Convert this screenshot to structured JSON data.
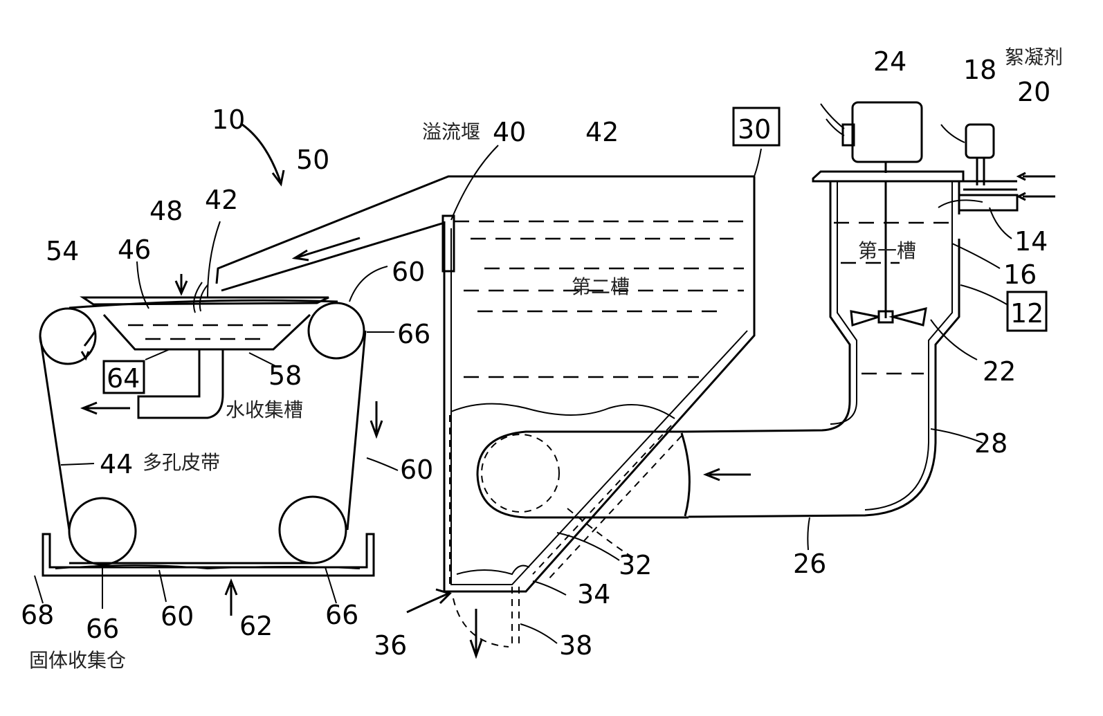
{
  "labels": {
    "n10": "10",
    "n12": "12",
    "n14": "14",
    "n16": "16",
    "n18": "18",
    "n20": "20",
    "n22": "22",
    "n24": "24",
    "n26": "26",
    "n28": "28",
    "n30": "30",
    "n32": "32",
    "n34": "34",
    "n36": "36",
    "n38": "38",
    "n40": "40",
    "n42a": "42",
    "n42b": "42",
    "n44": "44",
    "n46": "46",
    "n48": "48",
    "n50": "50",
    "n54": "54",
    "n58": "58",
    "n60a": "60",
    "n60b": "60",
    "n60c": "60",
    "n62": "62",
    "n64": "64",
    "n66a": "66",
    "n66b": "66",
    "n66c": "66",
    "n68": "68"
  },
  "captions": {
    "flocculant": "絮凝剂",
    "overflow_weir": "溢流堰",
    "first_tank": "第一槽",
    "second_tank": "第二槽",
    "water_collector": "水收集槽",
    "porous_belt": "多孔皮带",
    "solids_bin": "固体收集仓"
  }
}
